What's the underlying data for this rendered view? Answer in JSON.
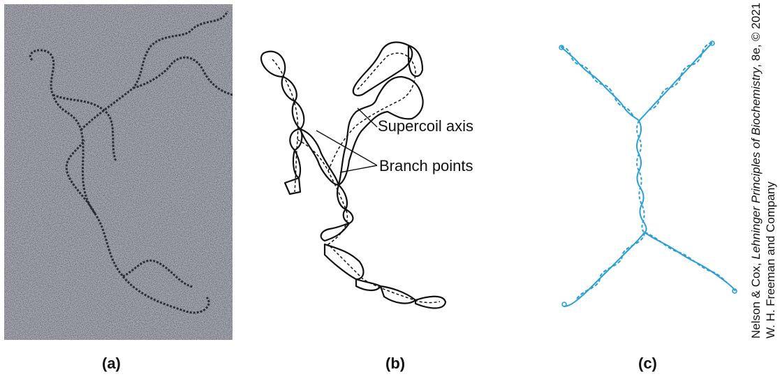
{
  "panels": {
    "a": {
      "label": "(a)"
    },
    "b": {
      "label": "(b)",
      "annotations": {
        "supercoil_axis": "Supercoil axis",
        "branch_points": "Branch points"
      }
    },
    "c": {
      "label": "(c)"
    }
  },
  "credit": {
    "authors": "Nelson & Cox, ",
    "book_title": "Lehninger Principles of Biochemistry",
    "edition_year": ", 8e, © 2021",
    "publisher": "W. H. Freeman and Company"
  },
  "colors": {
    "dna_blue": "#2a9fd6",
    "outline": "#111111",
    "micrograph_bg": "#8f939a"
  }
}
